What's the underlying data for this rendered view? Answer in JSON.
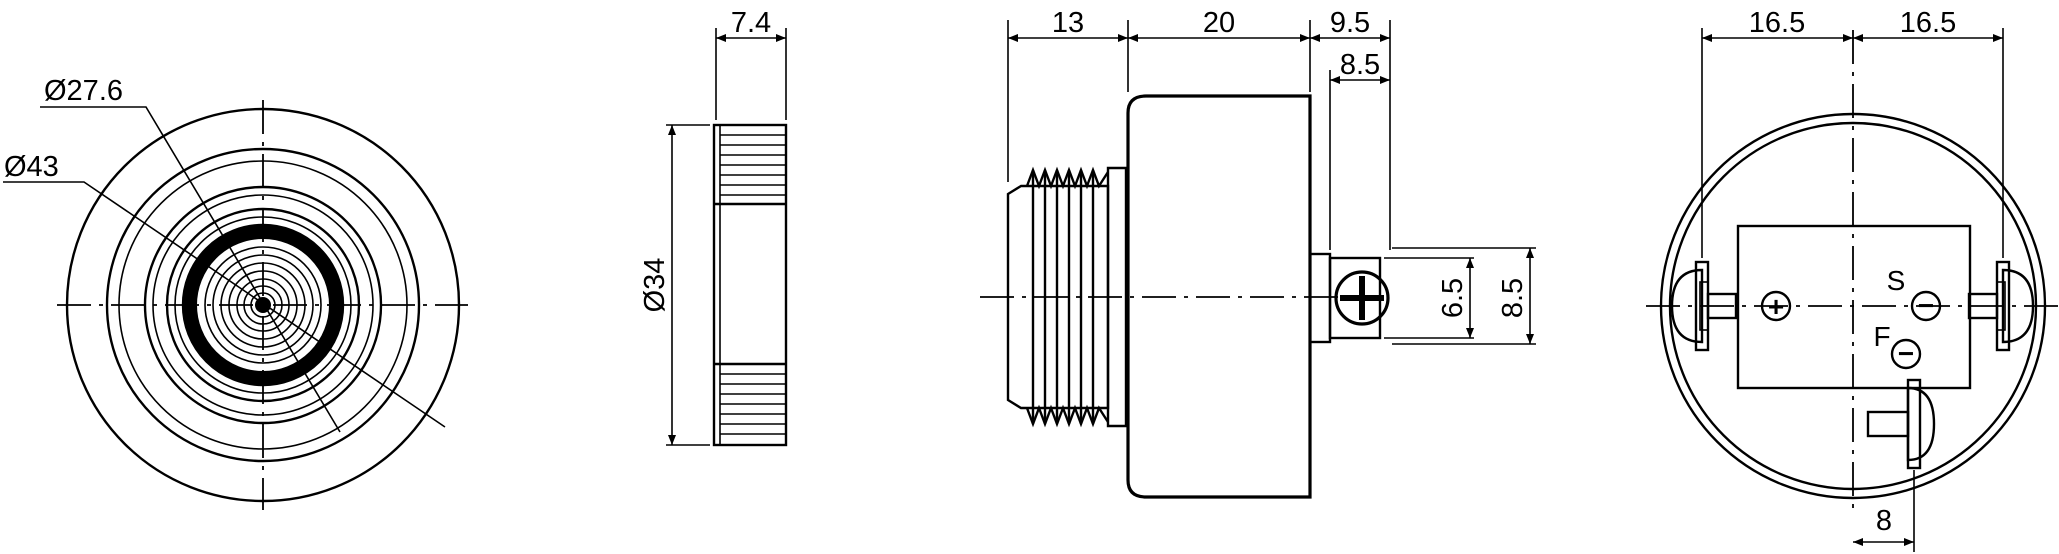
{
  "views": {
    "front": {
      "dia_outer": "Ø43",
      "dia_inner": "Ø27.6"
    },
    "edge": {
      "width": "7.4",
      "dia": "Ø34"
    },
    "side": {
      "thread_len": "13",
      "body_len": "20",
      "term_len": "9.5",
      "term_offset": "8.5",
      "term_h1": "6.5",
      "term_h2": "8.5"
    },
    "rear": {
      "half_left": "16.5",
      "half_right": "16.5",
      "pin_spacing": "8",
      "label_s": "S",
      "label_f": "F",
      "plus_symbol": "+",
      "minus_symbol": "−"
    }
  }
}
